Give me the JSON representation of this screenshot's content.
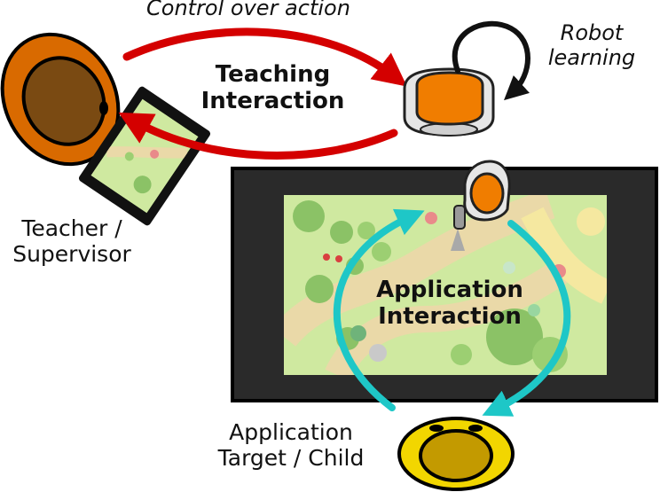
{
  "labels": {
    "control_over_action": "Control over action",
    "robot_learning_line1": "Robot",
    "robot_learning_line2": "learning",
    "teaching_line1": "Teaching",
    "teaching_line2": "Interaction",
    "teacher_line1": "Teacher /",
    "teacher_line2": "Supervisor",
    "application_line1": "Application",
    "application_line2": "Interaction",
    "target_line1": "Application",
    "target_line2": "Target / Child"
  },
  "colors": {
    "teaching_arrows": "#d40000",
    "application_arrows": "#1ec7c7",
    "robot_cycle_arrow": "#111111",
    "teacher_head": "#d96a00",
    "teacher_hair": "#7a4a12",
    "robot_body": "#f07d00",
    "child_head": "#f2d600",
    "child_hair": "#c39a00",
    "screen_frame": "#2a2a2a",
    "map_grass": "#cfe9a0"
  },
  "icons": {
    "teacher": "teacher-head-icon",
    "tablet": "tablet-icon",
    "robot": "robot-icon",
    "robot_arm": "robot-arm-icon",
    "child": "child-head-icon",
    "screen": "touchscreen-icon"
  }
}
